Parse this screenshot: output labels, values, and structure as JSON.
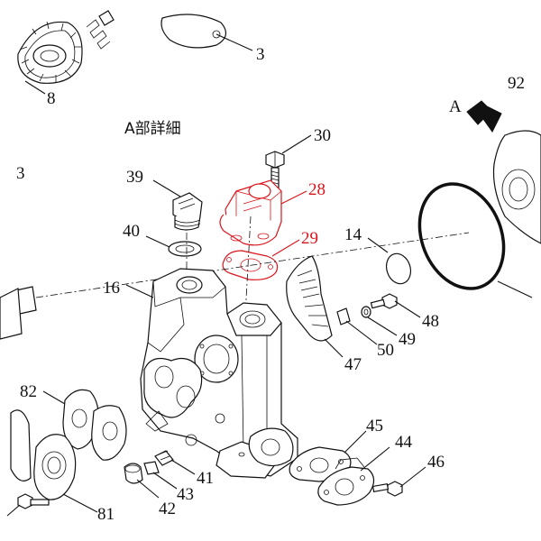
{
  "section_title": "A部詳細",
  "view_marker": "A",
  "colors": {
    "highlight": "#d9141b",
    "line": "#111111"
  },
  "labels": {
    "p92": "92",
    "p3a": "3",
    "p3b": "3",
    "p8": "8",
    "p30": "30",
    "p28": "28",
    "p29": "29",
    "p39": "39",
    "p40": "40",
    "p14": "14",
    "p16": "16",
    "p48": "48",
    "p49": "49",
    "p50": "50",
    "p47": "47",
    "p82": "82",
    "p45": "45",
    "p44": "44",
    "p46": "46",
    "p41": "41",
    "p43": "43",
    "p42": "42",
    "p81": "81"
  }
}
